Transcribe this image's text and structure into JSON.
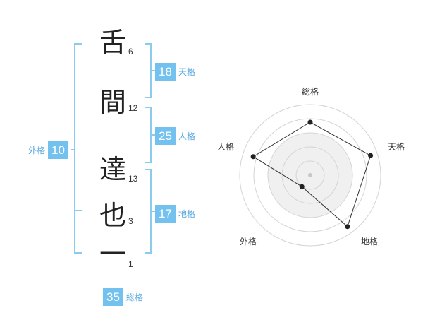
{
  "name": {
    "characters": [
      {
        "char": "舌",
        "strokes": "6"
      },
      {
        "char": "間",
        "strokes": "12"
      },
      {
        "char": "達",
        "strokes": "13"
      },
      {
        "char": "也",
        "strokes": "3"
      },
      {
        "char": "一",
        "strokes": "1"
      }
    ]
  },
  "kaku": {
    "tenkaku": {
      "value": "18",
      "label": "天格"
    },
    "jinkaku": {
      "value": "25",
      "label": "人格"
    },
    "chikaku": {
      "value": "17",
      "label": "地格"
    },
    "gaikaku": {
      "value": "10",
      "label": "外格"
    },
    "soukaku": {
      "value": "35",
      "label": "総格"
    }
  },
  "colors": {
    "accent": "#72c1ee",
    "bracket": "#8ccbf0",
    "label": "#56a8e0",
    "radar_fill": "#f0f0f0",
    "grid": "#d4d4d4"
  },
  "chart_data": {
    "type": "radar",
    "axes": [
      "総格",
      "天格",
      "地格",
      "外格",
      "人格"
    ],
    "values": [
      0.75,
      0.9,
      0.9,
      0.2,
      0.85
    ],
    "rings": 5
  }
}
